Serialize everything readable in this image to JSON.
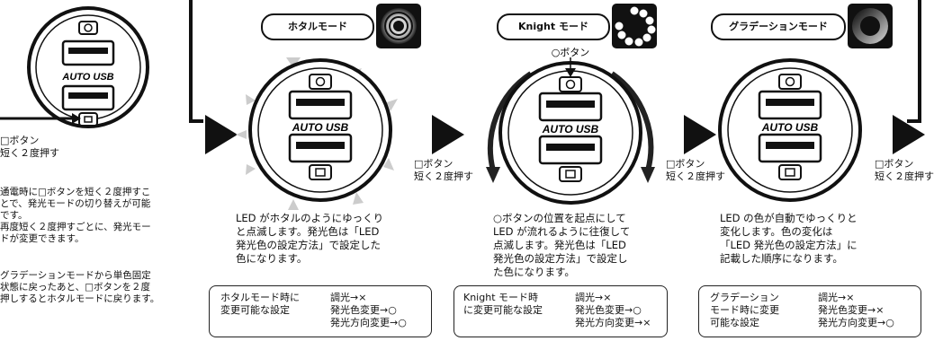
{
  "mode_pills": [
    {
      "label": "ホタルモード"
    },
    {
      "label": "Knight モード"
    },
    {
      "label": "グラデーションモード"
    }
  ],
  "device_label": "AUTO USB",
  "button_callout": "○ボタン",
  "left_panel": {
    "step": "□ボタン\n短く２度押す",
    "para1": "通電時に□ボタンを短く２度押すこ\nとで、発光モードの切り替えが可能\nです。\n再度短く２度押すごとに、発光モー\nドが変更できます。",
    "para2": "グラデーションモードから単色固定\n状態に戻ったあと、□ボタンを２度\n押しするとホタルモードに戻ります。"
  },
  "step_labels": [
    "□ボタン\n短く２度押す",
    "□ボタン\n短く２度押す",
    "□ボタン\n短く２度押す"
  ],
  "descriptions": [
    "LED がホタルのようにゆっくり\nと点滅します。発光色は「LED\n発光色の設定方法」で設定した\n色になります。",
    "○ボタンの位置を起点にして\nLED が流れるように往復して\n点滅します。発光色は「LED\n発光色の設定方法」で設定し\nた色になります。",
    "LED の色が自動でゆっくりと\n変化します。色の変化は\n「LED 発光色の設定方法」に\n記載した順序になります。"
  ],
  "settings": [
    {
      "left": "ホタルモード時に\n変更可能な設定",
      "right": "調光→×\n発光色変更→○\n発光方向変更→○"
    },
    {
      "left": "Knight モード時\nに変更可能な設定",
      "right": "調光→×\n発光色変更→○\n発光方向変更→×"
    },
    {
      "left": "グラデーション\nモード時に変更\n可能な設定",
      "right": "調光→×\n発光色変更→×\n発光方向変更→○"
    }
  ]
}
